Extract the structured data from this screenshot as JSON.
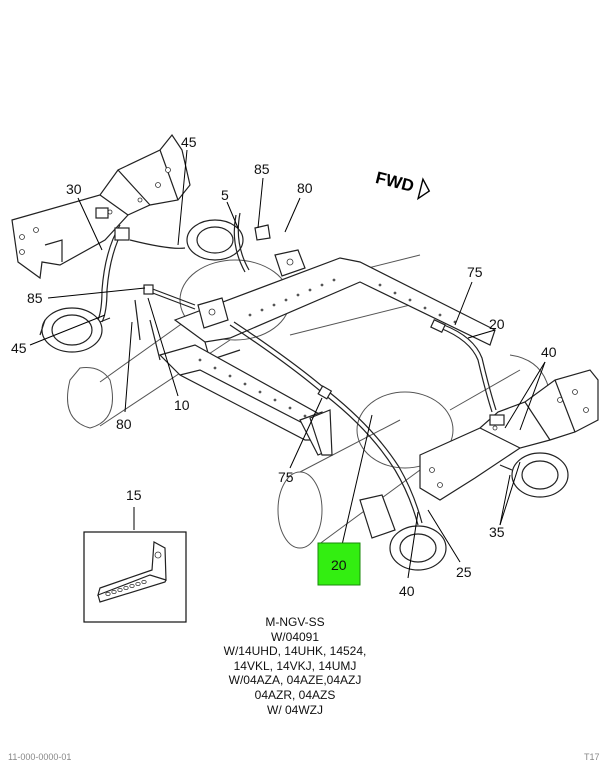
{
  "diagram": {
    "orientation_label": "FWD",
    "callouts": [
      {
        "id": "callout-45-top",
        "label": "45"
      },
      {
        "id": "callout-30",
        "label": "30"
      },
      {
        "id": "callout-5",
        "label": "5"
      },
      {
        "id": "callout-85-top",
        "label": "85"
      },
      {
        "id": "callout-80-top",
        "label": "80"
      },
      {
        "id": "callout-85-left",
        "label": "85"
      },
      {
        "id": "callout-45-left",
        "label": "45"
      },
      {
        "id": "callout-80-bottom",
        "label": "80"
      },
      {
        "id": "callout-10",
        "label": "10"
      },
      {
        "id": "callout-75-right",
        "label": "75"
      },
      {
        "id": "callout-20-right",
        "label": "20"
      },
      {
        "id": "callout-40-right",
        "label": "40"
      },
      {
        "id": "callout-75-center",
        "label": "75"
      },
      {
        "id": "callout-35",
        "label": "35"
      },
      {
        "id": "callout-25",
        "label": "25"
      },
      {
        "id": "callout-40-bottom",
        "label": "40"
      },
      {
        "id": "callout-20-highlight",
        "label": "20"
      },
      {
        "id": "callout-15",
        "label": "15"
      }
    ],
    "highlight_color": "#33ee11",
    "notes": [
      "M-NGV-SS",
      "W/04091",
      "W/14UHD, 14UHK, 14524,",
      "14VKL, 14VKJ, 14UMJ",
      "W/04AZA, 04AZE,04AZJ",
      "04AZR, 04AZS",
      "W/ 04WZJ"
    ],
    "footer_left": "11-000-0000-01",
    "footer_right": "T17"
  }
}
